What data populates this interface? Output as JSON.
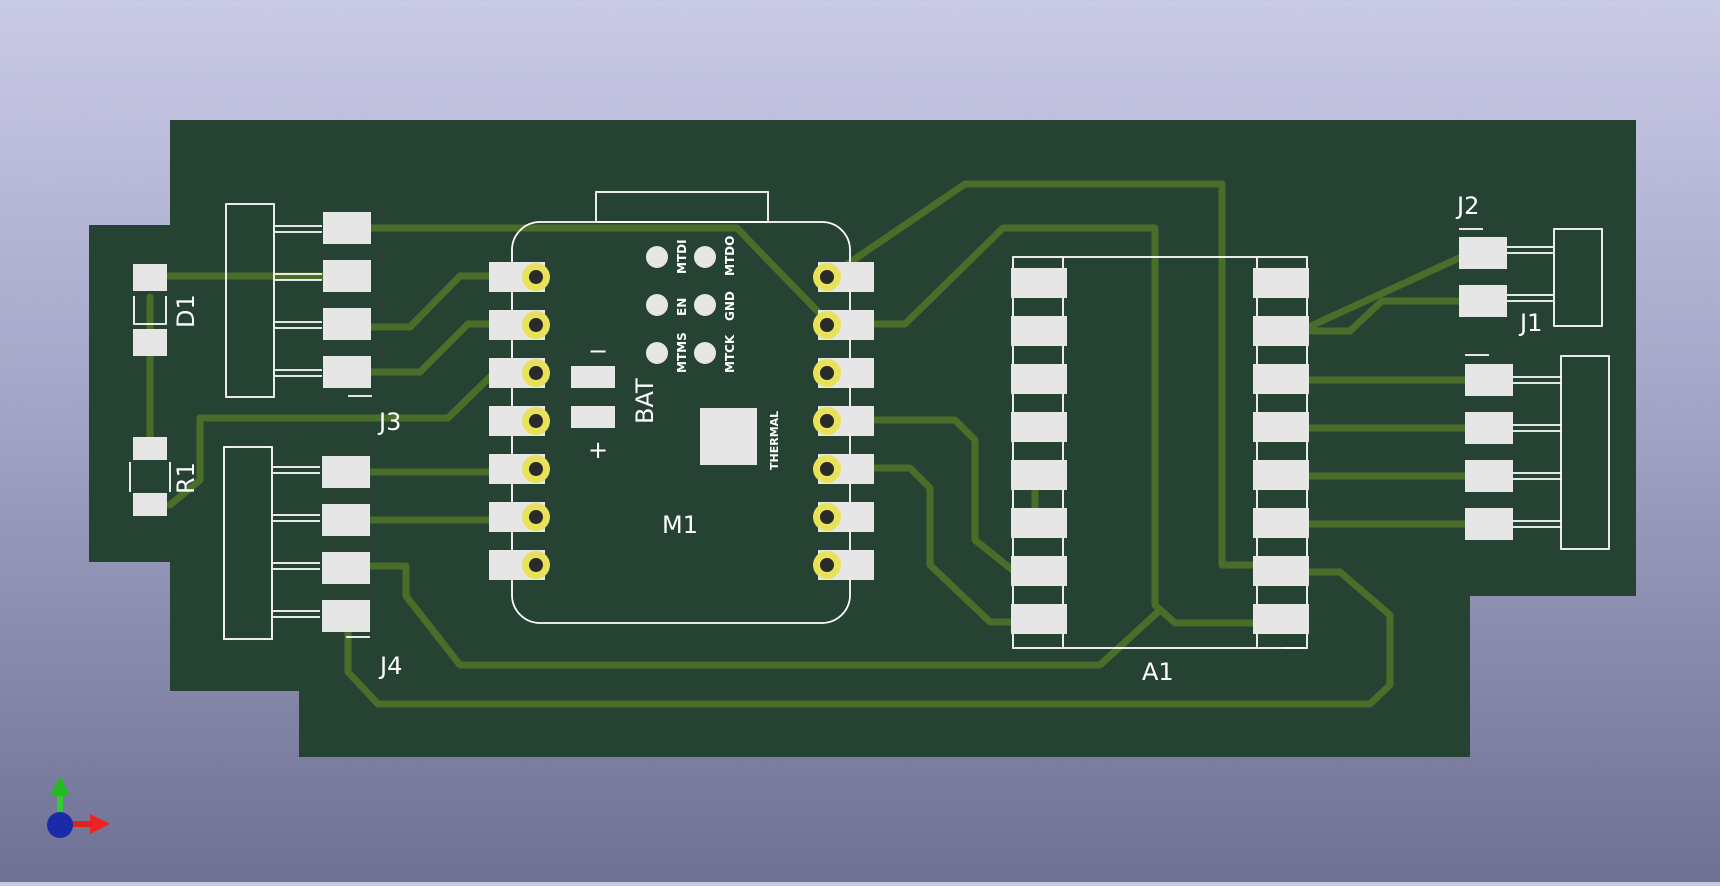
{
  "colors": {
    "board": "#254232",
    "trace": "#4a6e2a",
    "silkscreen": "#ffffff",
    "pad": "#e6e6e6",
    "via_ring": "#e8e25a",
    "background_top": "#c9cae6",
    "background_bottom": "#6f7194"
  },
  "components": {
    "d1": "D1",
    "r1": "R1",
    "j1": "J1",
    "j2": "J2",
    "j3": "J3",
    "j4": "J4",
    "a1": "A1",
    "m1": "M1"
  },
  "module": {
    "mtdi": "MTDI",
    "mtdo": "MTDO",
    "en": "EN",
    "gnd": "GND",
    "mtms": "MTMS",
    "mtck": "MTCK",
    "bat": "BAT",
    "minus": "−",
    "plus": "+",
    "thermal": "THERMAL"
  },
  "axes_gizmo": {
    "icon": "xyz-axes-icon"
  }
}
